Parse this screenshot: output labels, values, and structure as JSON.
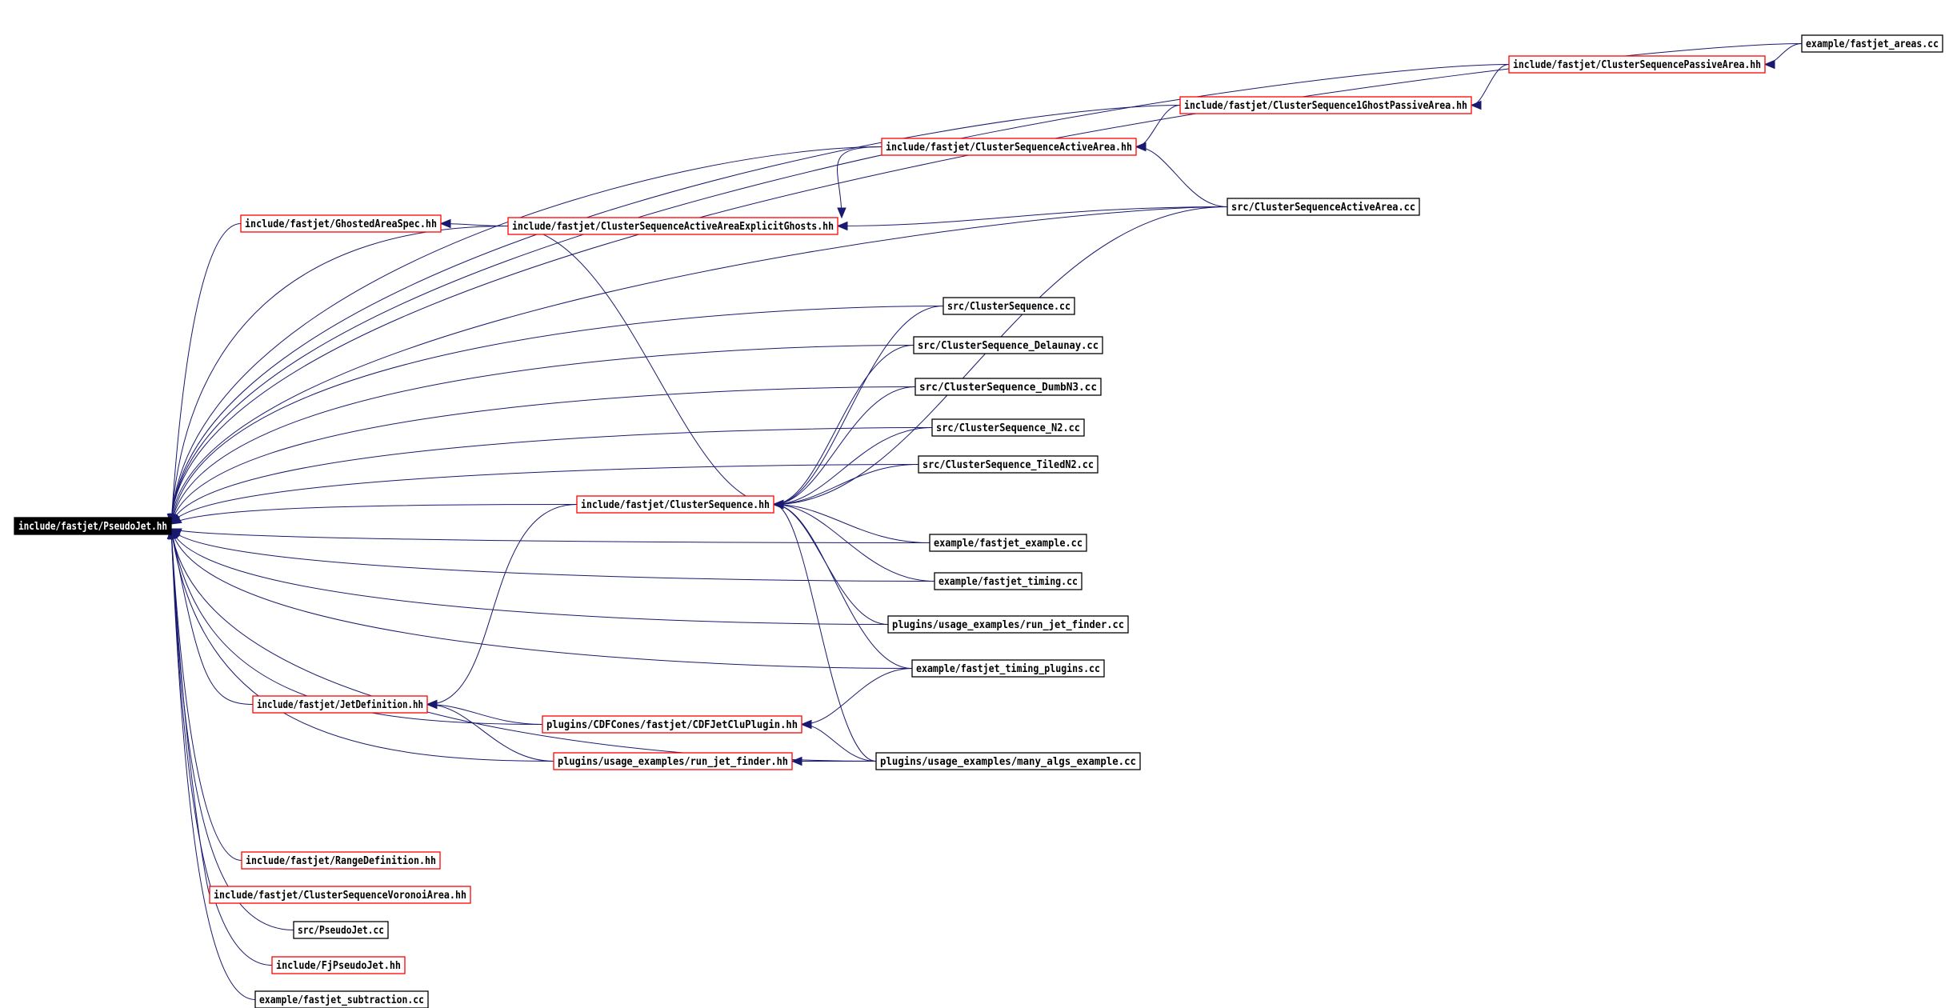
{
  "diagram": {
    "colors": {
      "edge": "#191970",
      "root_fill": "#000000",
      "root_text": "#ffffff",
      "red_border": "#ff0000",
      "black_border": "#000000",
      "node_text": "#000000"
    },
    "nodes": [
      {
        "id": "pseudojet_hh",
        "label": "include/fastjet/PseudoJet.hh",
        "style": "root"
      },
      {
        "id": "fastjet_areas_cc",
        "label": "example/fastjet_areas.cc",
        "style": "black"
      },
      {
        "id": "cs_passive_area_hh",
        "label": "include/fastjet/ClusterSequencePassiveArea.hh",
        "style": "red"
      },
      {
        "id": "cs_1ghost_passive_hh",
        "label": "include/fastjet/ClusterSequence1GhostPassiveArea.hh",
        "style": "red"
      },
      {
        "id": "cs_active_area_hh",
        "label": "include/fastjet/ClusterSequenceActiveArea.hh",
        "style": "red"
      },
      {
        "id": "cs_active_area_cc",
        "label": "src/ClusterSequenceActiveArea.cc",
        "style": "black"
      },
      {
        "id": "ghosted_area_spec_hh",
        "label": "include/fastjet/GhostedAreaSpec.hh",
        "style": "red"
      },
      {
        "id": "cs_explicit_ghosts_hh",
        "label": "include/fastjet/ClusterSequenceActiveAreaExplicitGhosts.hh",
        "style": "red"
      },
      {
        "id": "cs_cc",
        "label": "src/ClusterSequence.cc",
        "style": "black"
      },
      {
        "id": "cs_delaunay_cc",
        "label": "src/ClusterSequence_Delaunay.cc",
        "style": "black"
      },
      {
        "id": "cs_dumbn3_cc",
        "label": "src/ClusterSequence_DumbN3.cc",
        "style": "black"
      },
      {
        "id": "cs_n2_cc",
        "label": "src/ClusterSequence_N2.cc",
        "style": "black"
      },
      {
        "id": "cs_tiledn2_cc",
        "label": "src/ClusterSequence_TiledN2.cc",
        "style": "black"
      },
      {
        "id": "cs_hh",
        "label": "include/fastjet/ClusterSequence.hh",
        "style": "red"
      },
      {
        "id": "fastjet_example_cc",
        "label": "example/fastjet_example.cc",
        "style": "black"
      },
      {
        "id": "fastjet_timing_cc",
        "label": "example/fastjet_timing.cc",
        "style": "black"
      },
      {
        "id": "run_jet_finder_cc",
        "label": "plugins/usage_examples/run_jet_finder.cc",
        "style": "black"
      },
      {
        "id": "fastjet_timing_plugins_cc",
        "label": "example/fastjet_timing_plugins.cc",
        "style": "black"
      },
      {
        "id": "jet_definition_hh",
        "label": "include/fastjet/JetDefinition.hh",
        "style": "red"
      },
      {
        "id": "cdf_jetclu_plugin_hh",
        "label": "plugins/CDFCones/fastjet/CDFJetCluPlugin.hh",
        "style": "red"
      },
      {
        "id": "run_jet_finder_hh",
        "label": "plugins/usage_examples/run_jet_finder.hh",
        "style": "red"
      },
      {
        "id": "many_algs_example_cc",
        "label": "plugins/usage_examples/many_algs_example.cc",
        "style": "black"
      },
      {
        "id": "range_definition_hh",
        "label": "include/fastjet/RangeDefinition.hh",
        "style": "red"
      },
      {
        "id": "cs_voronoi_area_hh",
        "label": "include/fastjet/ClusterSequenceVoronoiArea.hh",
        "style": "red"
      },
      {
        "id": "pseudojet_cc",
        "label": "src/PseudoJet.cc",
        "style": "black"
      },
      {
        "id": "fjpseudojet_hh",
        "label": "include/FjPseudoJet.hh",
        "style": "red"
      },
      {
        "id": "fastjet_subtraction_cc",
        "label": "example/fastjet_subtraction.cc",
        "style": "black"
      }
    ]
  }
}
